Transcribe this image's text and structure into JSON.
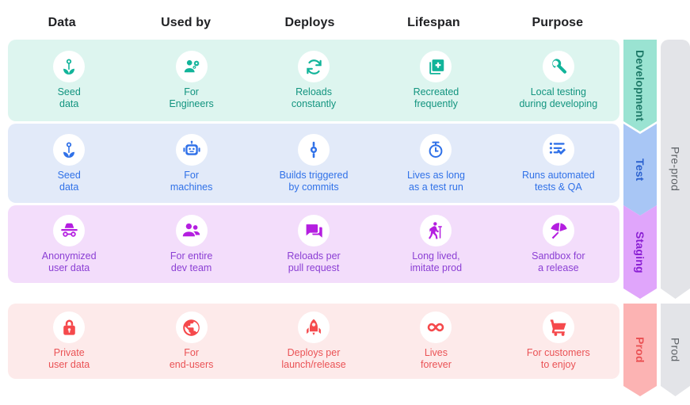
{
  "columns": [
    {
      "id": "data",
      "label": "Data"
    },
    {
      "id": "used_by",
      "label": "Used by"
    },
    {
      "id": "deploys",
      "label": "Deploys"
    },
    {
      "id": "lifespan",
      "label": "Lifespan"
    },
    {
      "id": "purpose",
      "label": "Purpose"
    }
  ],
  "rows": [
    {
      "id": "development",
      "banner_label": "Development",
      "accent": "#12947f",
      "row_bg": "#ddf5ef",
      "banner_bg": "#9ae3d2",
      "cells": [
        {
          "icon": "flower-seed-icon",
          "label": "Seed\ndata"
        },
        {
          "icon": "engineer-person-icon",
          "label": "For\nEngineers"
        },
        {
          "icon": "refresh-loop-icon",
          "label": "Reloads\nconstantly"
        },
        {
          "icon": "library-add-icon",
          "label": "Recreated\nfrequently"
        },
        {
          "icon": "wrench-icon",
          "label": "Local testing\nduring developing"
        }
      ]
    },
    {
      "id": "test",
      "banner_label": "Test",
      "accent": "#3071e8",
      "row_bg": "#e2eaf9",
      "banner_bg": "#a8c6f5",
      "cells": [
        {
          "icon": "flower-seed-icon",
          "label": "Seed\ndata"
        },
        {
          "icon": "robot-icon",
          "label": "For\nmachines"
        },
        {
          "icon": "commit-icon",
          "label": "Builds triggered\nby commits"
        },
        {
          "icon": "stopwatch-icon",
          "label": "Lives as long\nas a test run"
        },
        {
          "icon": "checklist-icon",
          "label": "Runs automated\ntests & QA"
        }
      ]
    },
    {
      "id": "staging",
      "banner_label": "Staging",
      "accent": "#8b3fd4",
      "row_bg": "#f3ddfb",
      "banner_bg": "#e0a5fb",
      "cells": [
        {
          "icon": "incognito-icon",
          "label": "Anonymized\nuser data"
        },
        {
          "icon": "people-group-icon",
          "label": "For entire\ndev team"
        },
        {
          "icon": "forum-chat-icon",
          "label": "Reloads per\npull request"
        },
        {
          "icon": "elderly-person-icon",
          "label": "Long lived,\nimitate prod"
        },
        {
          "icon": "beach-umbrella-icon",
          "label": "Sandbox for\na release"
        }
      ]
    },
    {
      "id": "prod",
      "banner_label": "Prod",
      "accent": "#ea5255",
      "row_bg": "#fdeaea",
      "banner_bg": "#fcb3b3",
      "cells": [
        {
          "icon": "lock-icon",
          "label": "Private\nuser data"
        },
        {
          "icon": "globe-public-icon",
          "label": "For\nend-users"
        },
        {
          "icon": "rocket-launch-icon",
          "label": "Deploys per\nlaunch/release"
        },
        {
          "icon": "infinity-icon",
          "label": "Lives\nforever"
        },
        {
          "icon": "shopping-cart-icon",
          "label": "For customers\nto enjoy"
        }
      ]
    }
  ],
  "groups": [
    {
      "id": "pre-prod",
      "label": "Pre-prod",
      "color": "#e3e4e8"
    },
    {
      "id": "prod",
      "label": "Prod",
      "color": "#e3e4e8"
    }
  ]
}
